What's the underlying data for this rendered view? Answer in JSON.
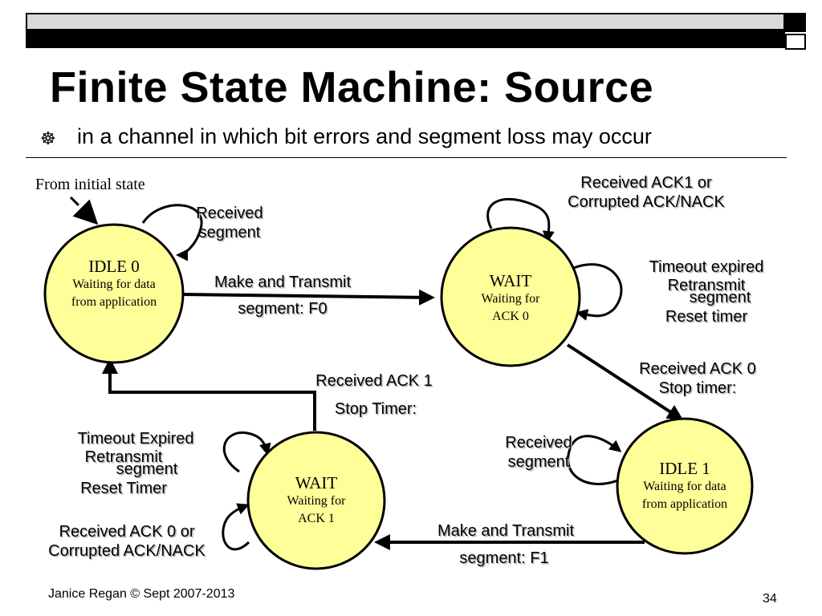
{
  "slide": {
    "title": "Finite State Machine: Source",
    "bullet": "in a channel in which bit errors and segment loss may occur",
    "footer_left": "Janice Regan © Sept 2007-2013",
    "page_number": "34"
  },
  "diagram": {
    "from_initial": "From initial state",
    "states": [
      {
        "name": "IDLE 0",
        "desc1": "Waiting for data",
        "desc2": "from application"
      },
      {
        "name": "WAIT",
        "desc1": "Waiting for",
        "desc2": "ACK 0"
      },
      {
        "name": "IDLE 1",
        "desc1": "Waiting for data",
        "desc2": "from application"
      },
      {
        "name": "WAIT",
        "desc1": "Waiting for",
        "desc2": "ACK 1"
      }
    ],
    "labels": {
      "idle0_self_1": "Received",
      "idle0_self_2": "segment",
      "idle0_to_wait0_1": "Make and Transmit",
      "idle0_to_wait0_2": "segment: F0",
      "wait0_top_1": "Received ACK1 or",
      "wait0_top_2": "Corrupted ACK/NACK",
      "wait0_right_1": "Timeout expired",
      "wait0_right_2": "Retransmit",
      "wait0_right_3": "segment",
      "wait0_right_4": "Reset timer",
      "wait0_to_idle1_1": "Received ACK 0",
      "wait0_to_idle1_2": "Stop timer:",
      "idle1_self_1": "Received",
      "idle1_self_2": "segment",
      "idle1_to_wait1_1": "Make and Transmit",
      "idle1_to_wait1_2": "segment: F1",
      "wait1_to_idle0_1": "Received ACK 1",
      "wait1_to_idle0_2": "Stop Timer:",
      "wait1_top_1": "Timeout Expired",
      "wait1_top_2": "Retransmit",
      "wait1_top_3": "segment",
      "wait1_top_4": "Reset Timer",
      "wait1_bottom_1": "Received ACK 0 or",
      "wait1_bottom_2": "Corrupted ACK/NACK"
    }
  },
  "colors": {
    "state_fill": "#ffff99",
    "header_bar": "#d9d9d9",
    "header_dark": "#000000"
  }
}
